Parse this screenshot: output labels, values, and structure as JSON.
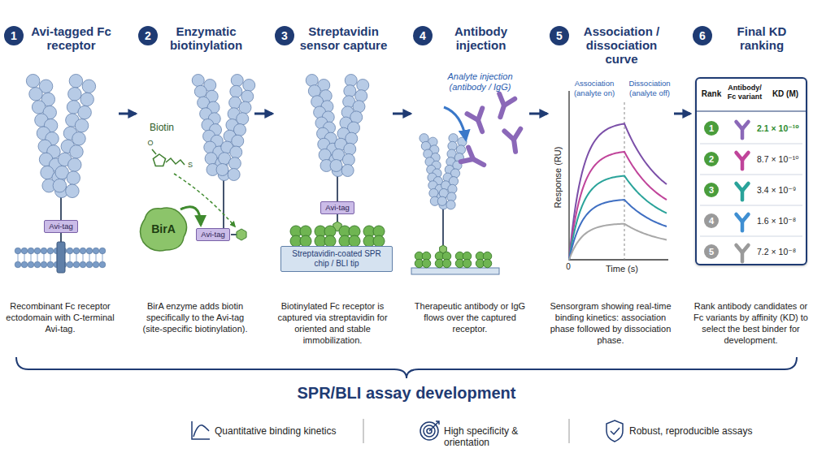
{
  "diagram": {
    "title": "SPR/BLI assay development",
    "nodes": [
      {
        "text": [
          "1",
          "Avi-tagged Fc receptor",
          "Recombinant Fc receptor ectodomain with C-terminal Avi-tag."
        ]
      },
      {
        "text": [
          "2",
          "Enzymatic biotinylation",
          "BirA enzyme adds biotin specifically to the Avi-tag (site-specific biotinylation)."
        ]
      },
      {
        "text": [
          "3",
          "Streptavidin sensor capture",
          "Biotinylated Fc receptor is captured via streptavidin for oriented and stable immobilization."
        ]
      },
      {
        "text": [
          "4",
          "Antibody injection",
          "Therapeutic antibody or IgG flows over the captured receptor."
        ]
      },
      {
        "text": [
          "5",
          "Association / dissociation curve",
          "Sensorgram showing real-time binding kinetics: association phase followed by dissociation phase."
        ]
      },
      {
        "text": [
          "6",
          "Final KD ranking",
          "Rank antibody candidates or Fc variants by affinity (KD) to select the best binder for development."
        ]
      },
      {
        "text": [
          "Avi-tag"
        ],
        "in": 0
      },
      {
        "text": [
          "BirA"
        ],
        "in": 1
      },
      {
        "text": [
          "Avi-tag"
        ],
        "in": 1
      },
      {
        "text": [
          "Avi-tag"
        ],
        "in": 2
      },
      {
        "text": [
          "Streptavidin-coated SPR chip / BLI tip"
        ],
        "in": 2
      },
      {
        "text": [
          "Rank",
          "Antibody/ Fc variant",
          "KD (M)",
          "1",
          "2.1 × 10⁻¹⁰",
          "2",
          "8.7 × 10⁻¹⁰",
          "3",
          "3.4 × 10⁻⁹",
          "4",
          "1.6 × 10⁻⁸",
          "5",
          "7.2 × 10⁻⁸"
        ],
        "in": 5
      }
    ],
    "edges": [
      {
        "from": 0,
        "to": 1,
        "arrow": "to"
      },
      {
        "from": 1,
        "to": 2,
        "arrow": "to"
      },
      {
        "from": 2,
        "to": 3,
        "arrow": "to"
      },
      {
        "from": 3,
        "to": 4,
        "arrow": "to"
      },
      {
        "from": 4,
        "to": 5,
        "arrow": "to"
      }
    ],
    "labels": [
      "Biotin",
      "O",
      "S",
      "Analyte injection (antibody / IgG)",
      "Association (analyte on)",
      "Dissociation (analyte off)",
      "Response (RU)",
      "0",
      "Time (s)",
      "Quantitative binding kinetics",
      "High specificity & orientation",
      "Robust, reproducible assays"
    ]
  }
}
